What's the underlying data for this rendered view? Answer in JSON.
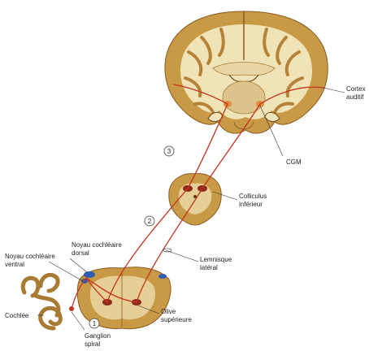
{
  "labels": {
    "cortex_auditif": [
      "Cortex",
      "auditif"
    ],
    "cgm": "CGM",
    "colliculus": [
      "Colliculus",
      "inférieur"
    ],
    "lemnisque": [
      "Lemnisque",
      "latéral"
    ],
    "noyau_dorsal": [
      "Noyau cochléaire",
      "dorsal"
    ],
    "noyau_ventral": [
      "Noyau cochléaire",
      "ventral"
    ],
    "cochlee": "Cochlée",
    "ganglion": [
      "Ganglion",
      "spiral"
    ],
    "olive": [
      "Olive",
      "supérieure"
    ]
  },
  "markers": [
    "1",
    "2",
    "3"
  ],
  "colors": {
    "pathway": "#c8321e",
    "tissue_outer": "#c99a45",
    "tissue_light": "#f1e3b8",
    "tissue_dark": "#8a5a22",
    "nucleus_blue": "#2f5db0"
  }
}
